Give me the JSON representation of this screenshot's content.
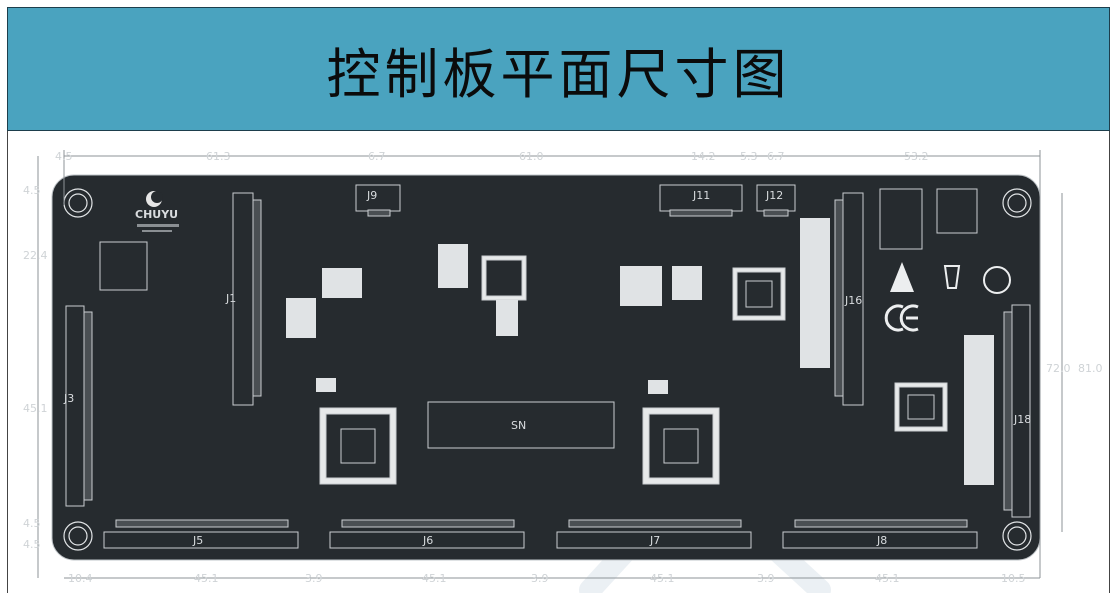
{
  "header": {
    "title": "控制板平面尺寸图"
  },
  "board": {
    "logo": "CHUYU",
    "serial_label": "SN",
    "connectors": {
      "j1": "J1",
      "j3": "J3",
      "j5": "J5",
      "j6": "J6",
      "j7": "J7",
      "j8": "J8",
      "j9": "J9",
      "j11": "J11",
      "j12": "J12",
      "j16": "J16",
      "j18": "J18"
    }
  },
  "dimensions": {
    "top": [
      "4.5",
      "61.3",
      "6.7",
      "61.0",
      "14.2",
      "5.3",
      "6.7",
      "53.2"
    ],
    "bottom": [
      "10.4",
      "45.1",
      "3.9",
      "45.1",
      "3.9",
      "45.1",
      "3.9",
      "45.1",
      "10.5"
    ],
    "left": [
      "4.5",
      "22.4",
      "45.1",
      "4.5",
      "4.5"
    ],
    "right": [
      "72.0",
      "81.0"
    ]
  },
  "colors": {
    "header_bg": "#4aa3bf",
    "board": "#262b2f",
    "silkscreen": "#d9dcdf"
  }
}
